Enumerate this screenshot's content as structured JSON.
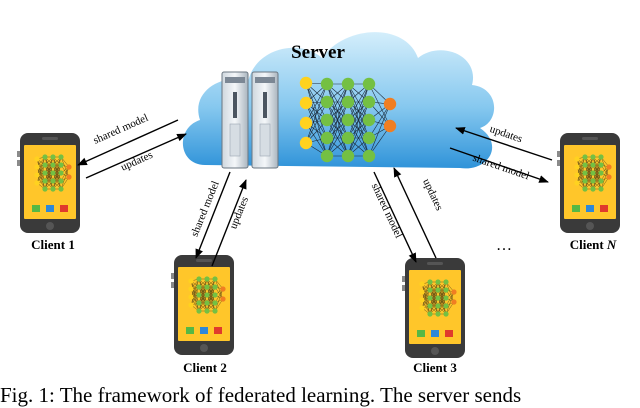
{
  "server": {
    "label": "Server"
  },
  "clients": [
    {
      "label": "Client 1"
    },
    {
      "label": "Client 2"
    },
    {
      "label": "Client 3"
    },
    {
      "label_text": "Client ",
      "label_italic": "N"
    }
  ],
  "ellipsis": "…",
  "arrow_labels": {
    "shared_model": "shared model",
    "updates": "updates"
  },
  "caption": "Fig. 1: The framework of federated learning. The server sends",
  "colors": {
    "cloud_light": "#bfe3f5",
    "cloud_dark": "#3f9fdc",
    "phone_body": "#ffc62a",
    "phone_frame": "#3a3a3a",
    "node_yellow": "#ffd21f",
    "node_green": "#74c043",
    "node_orange": "#f07e22",
    "btn_green": "#56b845",
    "btn_blue": "#2e88d9",
    "btn_red": "#e03a2c"
  }
}
